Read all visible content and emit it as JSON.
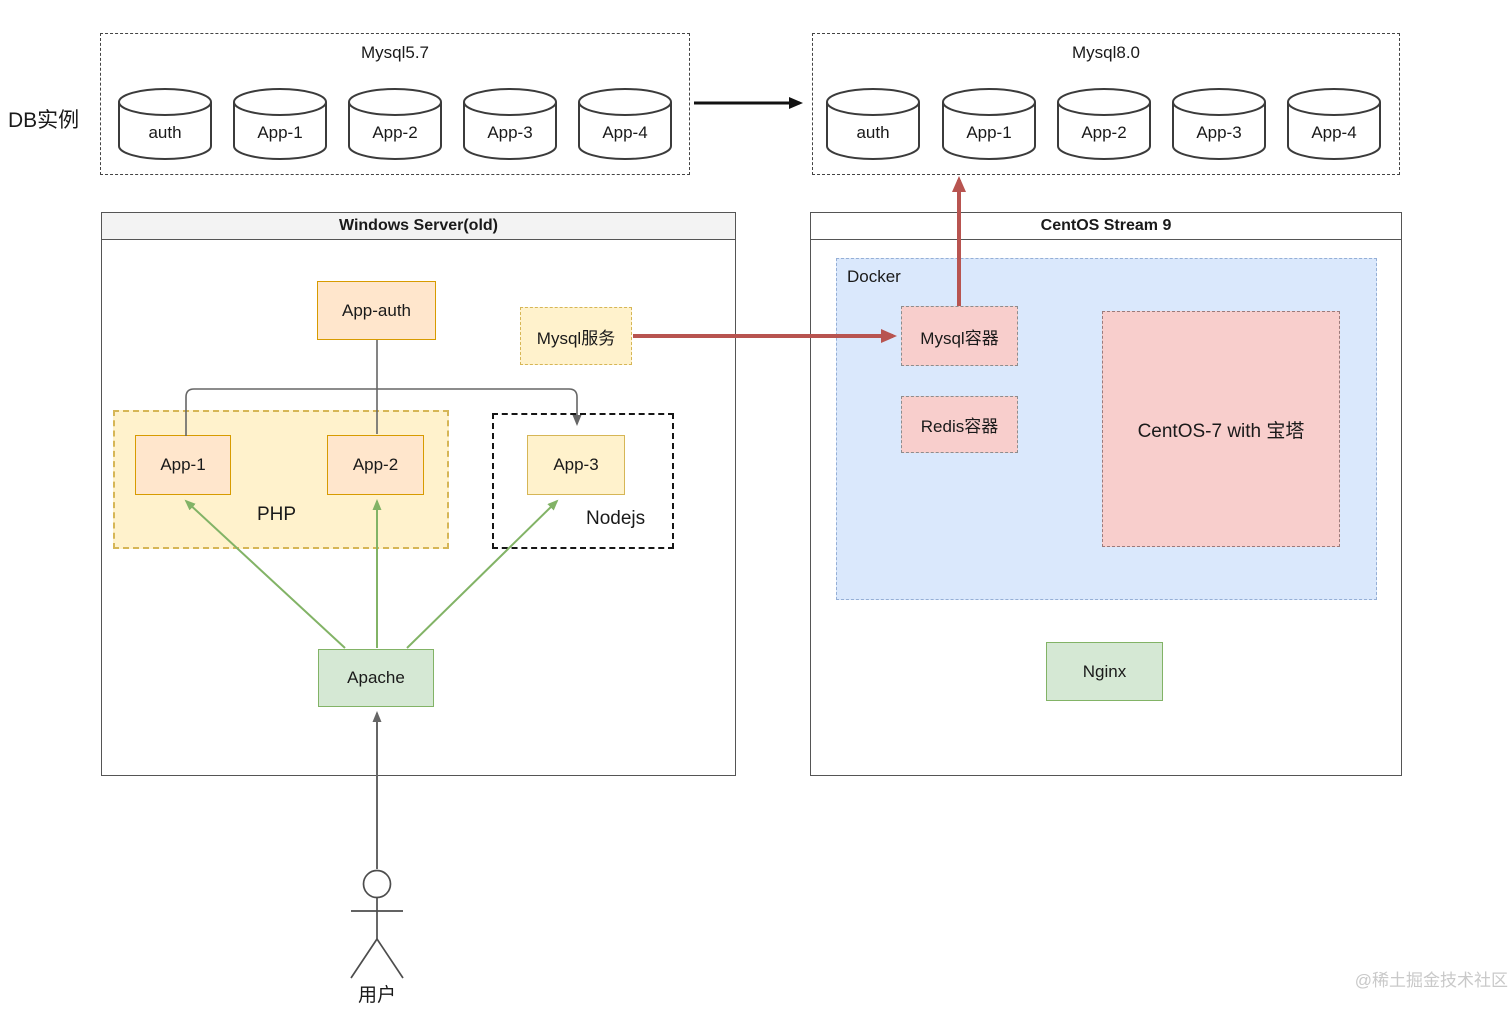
{
  "page": {
    "db_label": "DB实例",
    "watermark": "@稀土掘金技术社区"
  },
  "mysql57": {
    "title": "Mysql5.7",
    "instances": [
      "auth",
      "App-1",
      "App-2",
      "App-3",
      "App-4"
    ]
  },
  "mysql80": {
    "title": "Mysql8.0",
    "instances": [
      "auth",
      "App-1",
      "App-2",
      "App-3",
      "App-4"
    ]
  },
  "windows_server": {
    "title": "Windows Server(old)",
    "app_auth": "App-auth",
    "mysql_service": "Mysql服务",
    "php_group": {
      "label": "PHP",
      "app1": "App-1",
      "app2": "App-2"
    },
    "nodejs_group": {
      "label": "Nodejs",
      "app3": "App-3"
    },
    "apache": "Apache",
    "user": "用户"
  },
  "centos": {
    "title": "CentOS Stream 9",
    "docker": {
      "label": "Docker",
      "mysql_container": "Mysql容器",
      "redis_container": "Redis容器",
      "centos7": "CentOS-7 with 宝塔"
    },
    "nginx": "Nginx"
  },
  "colors": {
    "orange_fill": "#ffe6cc",
    "orange_stroke": "#d79b00",
    "yellow_fill": "#fff2cc",
    "yellow_stroke": "#d6b656",
    "green_fill": "#d5e8d4",
    "green_stroke": "#82b366",
    "pink_fill": "#f8cecc",
    "pink_stroke": "#8d8d8d",
    "centos7_stroke": "#9c7b7b",
    "docker_fill": "#dae8fc",
    "docker_stroke": "#95afd6",
    "red_arrow": "#b85450",
    "green_arrow": "#82b366",
    "line_gray": "#666666",
    "black": "#111111"
  }
}
